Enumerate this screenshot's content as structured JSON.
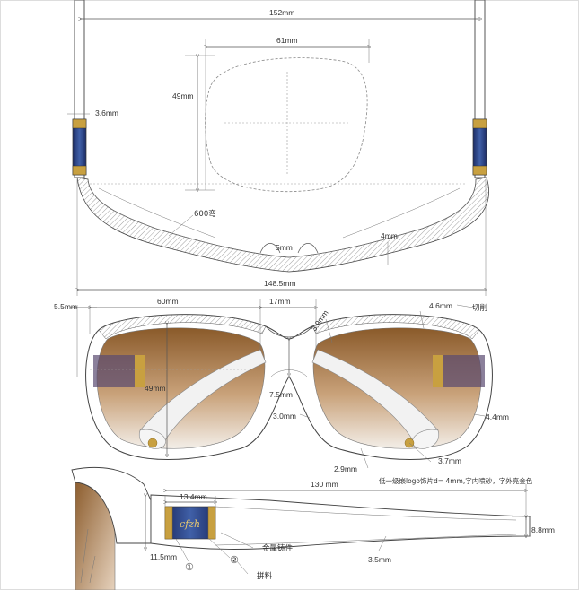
{
  "top_view": {
    "overall_width": "152mm",
    "lens_width": "61mm",
    "lens_height": "49mm",
    "temple_thickness": "3.6mm",
    "curve": "600弯",
    "bridge_depth": "5mm",
    "front_thickness": "4mm",
    "front_width": "148.5mm"
  },
  "front_view": {
    "edge_offset": "5.5mm",
    "lens_width": "60mm",
    "bridge_width": "17mm",
    "rim_top": "3.9mm",
    "top_right": "4.6mm",
    "cut_label": "切削",
    "lens_height": "49mm",
    "bridge_height": "7.5mm",
    "inner_rim": "3.0mm",
    "outer_rim": "4.4mm",
    "bottom_rim": "2.9mm",
    "pad": "3.7mm",
    "logo_note": "低一级嵌logo饰片d= 4mm,字内喷砂，字外亮金色"
  },
  "side_view": {
    "temple_length": "130 mm",
    "temple_end": "8.8mm",
    "ornament_width": "13.4mm",
    "hinge_height": "11.5mm",
    "temple_thickness": "3.5mm",
    "label_metal": "金属铸件",
    "marker_1": "①",
    "marker_2": "②",
    "label_splice": "拼料",
    "logo_text": "cfzh"
  },
  "colors": {
    "gold": "#c8a040",
    "blue": "#2a3f80",
    "lens_brown": "#8a5a2a"
  }
}
